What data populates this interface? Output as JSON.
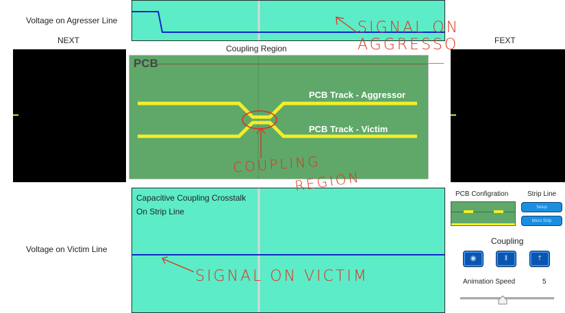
{
  "labels": {
    "aggressor_voltage": "Voltage on Agresser Line",
    "next": "NEXT",
    "coupling_region": "Coupling Region",
    "fext": "FEXT",
    "victim_voltage": "Voltage on Victim Line"
  },
  "pcb": {
    "title": "PCB",
    "track_aggressor": "PCB Track - Aggressor",
    "track_victim": "PCB Track - Victim"
  },
  "victim_scope": {
    "title_line1": "Capacitive Coupling Crosstalk",
    "title_line2": "On Strip Line"
  },
  "controls": {
    "pcb_config_label": "PCB Configration",
    "line_type": "Strip Line",
    "setup_button": "Setup",
    "microstrip_button": "Micro Strip",
    "coupling_label": "Coupling",
    "coupling_buttons": [
      "◉",
      "‖",
      "†"
    ],
    "speed_label": "Animation Speed",
    "speed_value": "5"
  },
  "annotations": {
    "aggressor": "SIGNAL ON AGGRESSO",
    "coupling_1": "COUPLING",
    "coupling_2": "REGION",
    "victim": "SIGNAL ON VICTIM"
  },
  "colors": {
    "scope_bg": "#5cecc8",
    "signal": "#1024c8",
    "pcb_green": "#5fa86a",
    "track_yellow": "#f2ee2a",
    "annotation_red": "#e0301c"
  }
}
